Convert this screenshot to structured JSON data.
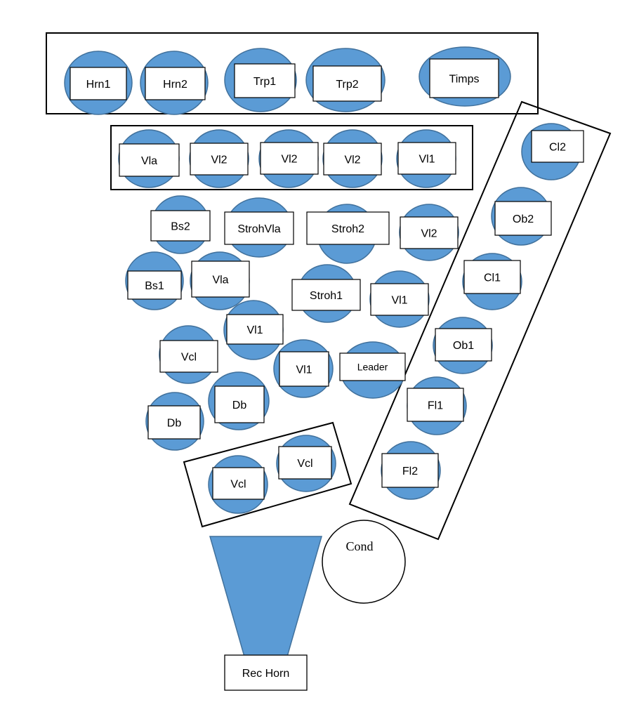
{
  "colors": {
    "seat_fill": "#5b9bd5",
    "seat_stroke": "#41719c",
    "label_fill": "#ffffff",
    "outline": "#000000",
    "horn_fill": "#5b9bd5"
  },
  "sections": {
    "brass_row": [
      "Hrn1",
      "Hrn2",
      "Trp1",
      "Trp2",
      "Timps"
    ],
    "upper_strings_row": [
      "Vla",
      "Vl2",
      "Vl2",
      "Vl2",
      "Vl1"
    ],
    "woodwinds_column": [
      "Cl2",
      "Ob2",
      "Cl1",
      "Ob1",
      "Fl1",
      "Fl2"
    ],
    "front_cellos": [
      "Vcl",
      "Vcl"
    ]
  },
  "players": {
    "bs2": "Bs2",
    "stroh_vla": "StrohVla",
    "stroh2": "Stroh2",
    "vl2_right": "Vl2",
    "bs1": "Bs1",
    "vla_mid": "Vla",
    "stroh1": "Stroh1",
    "vl1_right": "Vl1",
    "vl1_center": "Vl1",
    "vcl_mid": "Vcl",
    "vl1_lower": "Vl1",
    "leader": "Leader",
    "db_right": "Db",
    "db_left": "Db"
  },
  "conductor": "Cond",
  "recording_horn": "Rec Horn"
}
